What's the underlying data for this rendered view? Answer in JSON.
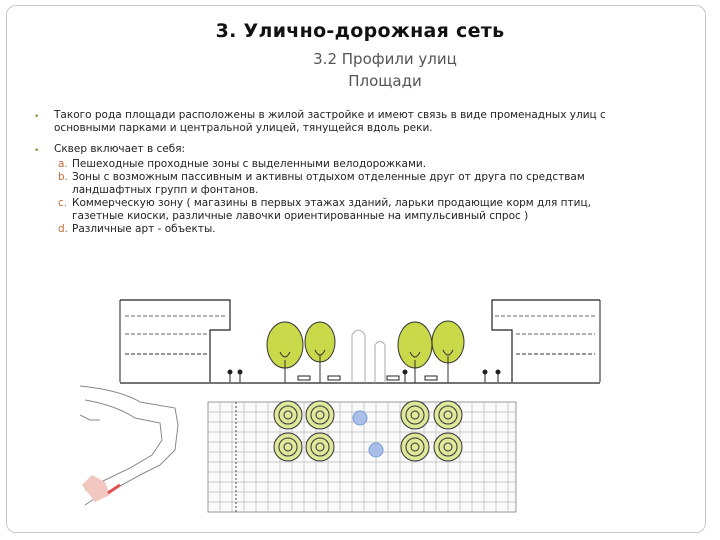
{
  "slide": {
    "title": "3. Улично-дорожная сеть",
    "subtitle_line1": "3.2 Профили улиц",
    "subtitle_line2": "Площади"
  },
  "content": {
    "bullet1_line1": "Такого рода площади расположены в жилой застройке и имеют связь в виде променадных улиц с",
    "bullet1_line2": "основными парками и центральной улицей, тянущейся вдоль реки.",
    "bullet2": "Сквер включает в себя:",
    "items": [
      {
        "letter": "a.",
        "lines": [
          "Пешеходные  проходные зоны с выделенными велодорожками."
        ]
      },
      {
        "letter": "b.",
        "lines": [
          "Зоны с возможным пассивным и активны отдыхом отделенные друг от друга по средствам",
          "ландшафтных групп и фонтанов."
        ]
      },
      {
        "letter": "c.",
        "lines": [
          "Коммерческую зону ( магазины в первых этажах зданий, ларьки продающие корм  для птиц,",
          "газетные киоски, различные лавочки ориентированные на импульсивный спрос )"
        ]
      },
      {
        "letter": "d.",
        "lines": [
          "Различные арт - объекты."
        ]
      }
    ]
  },
  "drawing": {
    "icons": [
      "section-drawing",
      "tree-icon",
      "pedestrian-icon",
      "bench-icon",
      "fountain-icon",
      "street-lamp-icon",
      "paving-grid",
      "site-map"
    ],
    "colors": {
      "tree": "#c9d94a",
      "paving_line": "#bbbbbb",
      "fountain": "#a8c0e8",
      "map_marker": "#e05050"
    }
  }
}
